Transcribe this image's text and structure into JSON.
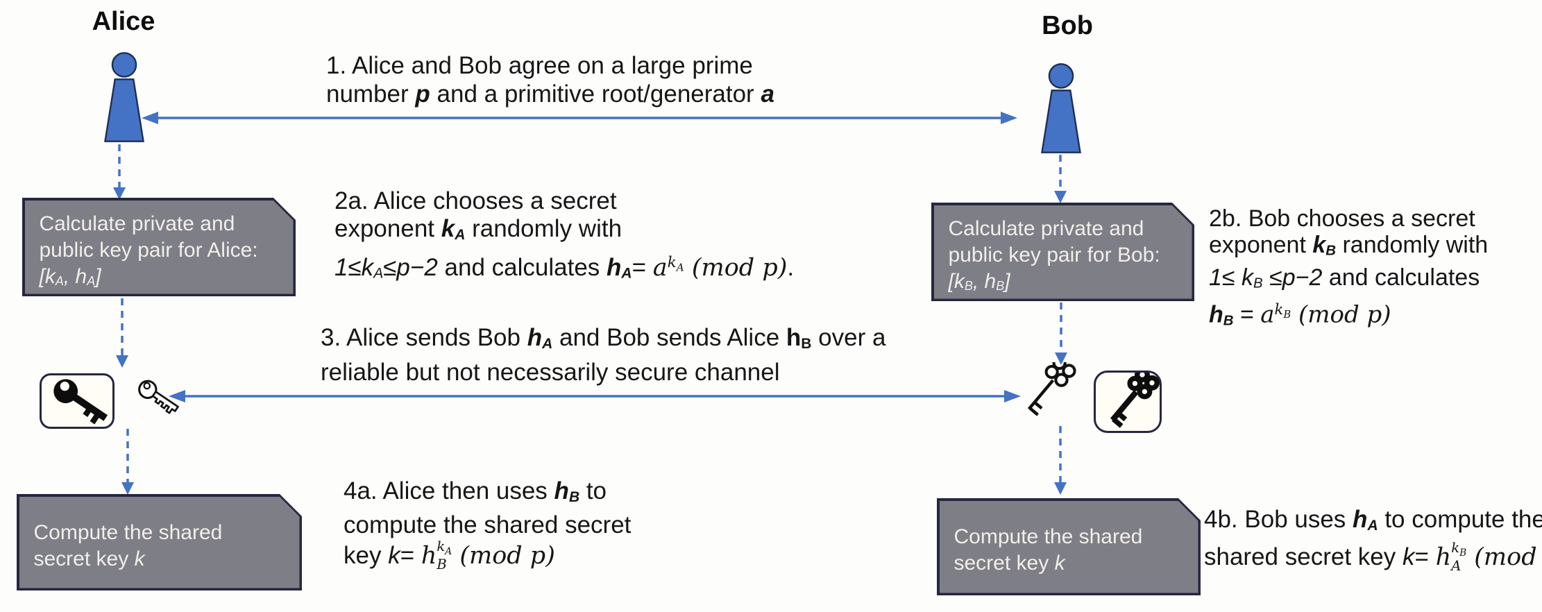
{
  "colors": {
    "accent": "#4472C4",
    "box_fill": "#7E7E87",
    "box_border": "#262640",
    "box_text": "#F2EFE9",
    "text": "#161616",
    "key_black": "#0D0D0D",
    "background": "#FDFDFC"
  },
  "actors": {
    "alice": {
      "label": "Alice"
    },
    "bob": {
      "label": "Bob"
    }
  },
  "icons": {
    "alice_person": "person-icon",
    "bob_person": "person-icon",
    "alice_private": "filled-key-icon",
    "alice_public": "outline-key-icon",
    "bob_public": "outline-ornate-key-icon",
    "bob_private": "filled-ornate-key-icon",
    "step1_arrow": "double-headed-arrow",
    "step3_arrow": "double-headed-arrow",
    "flow_arrows": "dashed-down-arrow"
  },
  "steps": {
    "step1": {
      "lines": [
        [
          {
            "t": "1. Alice and Bob agree on a large prime"
          }
        ],
        [
          {
            "t": "number "
          },
          {
            "t": "p",
            "s": "bi"
          },
          {
            "t": " and a primitive root/generator "
          },
          {
            "t": "a",
            "s": "bi"
          }
        ]
      ]
    },
    "step2a": {
      "lines": [
        [
          {
            "t": "2a. Alice chooses a secret"
          }
        ],
        [
          {
            "t": "exponent "
          },
          {
            "t": "k",
            "s": "bi"
          },
          {
            "t": "A",
            "s": "biv"
          },
          {
            "t": " randomly with"
          }
        ],
        [
          {
            "t": "1≤k",
            "s": "i"
          },
          {
            "t": "A",
            "s": "iv"
          },
          {
            "t": "≤p−2",
            "s": "i"
          },
          {
            "t": " and calculates "
          },
          {
            "t": "h",
            "s": "bi"
          },
          {
            "t": "A",
            "s": "biv"
          },
          {
            "t": "= "
          },
          {
            "t": "a",
            "s": "m"
          },
          {
            "sup": "k_A"
          },
          {
            "t": " (mod p)",
            "s": "m"
          },
          {
            "t": "."
          }
        ]
      ]
    },
    "step2b": {
      "lines": [
        [
          {
            "t": "2b. Bob chooses a secret"
          }
        ],
        [
          {
            "t": "exponent "
          },
          {
            "t": "k",
            "s": "bi"
          },
          {
            "t": "B",
            "s": "biv"
          },
          {
            "t": " randomly with"
          }
        ],
        [
          {
            "t": "1≤ k",
            "s": "i"
          },
          {
            "t": "B",
            "s": "iv"
          },
          {
            "t": " ≤p−2",
            "s": "i"
          },
          {
            "t": " and calculates"
          }
        ],
        [
          {
            "t": "h",
            "s": "bi"
          },
          {
            "t": "B",
            "s": "biv"
          },
          {
            "t": " = "
          },
          {
            "t": "a",
            "s": "m"
          },
          {
            "sup": "k_B"
          },
          {
            "t": " (mod p)",
            "s": "m"
          }
        ]
      ]
    },
    "step3": {
      "lines": [
        [
          {
            "t": "3. Alice sends Bob "
          },
          {
            "t": "h",
            "s": "bi"
          },
          {
            "t": "A",
            "s": "biv"
          },
          {
            "t": " and Bob sends Alice "
          },
          {
            "t": "h",
            "s": "b"
          },
          {
            "t": "B",
            "s": "bv"
          },
          {
            "t": " over a"
          }
        ],
        [
          {
            "t": "reliable but not necessarily secure channel"
          }
        ]
      ]
    },
    "step4a": {
      "lines": [
        [
          {
            "t": "4a. Alice then uses "
          },
          {
            "t": "h",
            "s": "bi"
          },
          {
            "t": "B",
            "s": "biv"
          },
          {
            "t": " to"
          }
        ],
        [
          {
            "t": "compute the shared secret"
          }
        ],
        [
          {
            "t": "key "
          },
          {
            "t": "k",
            "s": "i"
          },
          {
            "t": "= "
          },
          {
            "stack": {
              "base": "h",
              "sup": "k_A",
              "sub": "B"
            }
          },
          {
            "t": " (mod p)",
            "s": "m"
          }
        ]
      ]
    },
    "step4b": {
      "lines": [
        [
          {
            "t": "4b. Bob uses "
          },
          {
            "t": "h",
            "s": "bi"
          },
          {
            "t": "A",
            "s": "biv"
          },
          {
            "t": " to compute the"
          }
        ],
        [
          {
            "t": "shared secret key "
          },
          {
            "t": "k",
            "s": "i"
          },
          {
            "t": "= "
          },
          {
            "stack": {
              "base": "h",
              "sup": "k_B",
              "sub": "A"
            }
          },
          {
            "t": " (mod p)",
            "s": "m"
          }
        ]
      ]
    }
  },
  "boxes": {
    "alice_keypair": {
      "lines": [
        [
          {
            "t": "Calculate private and"
          }
        ],
        [
          {
            "t": "public key pair for Alice:"
          }
        ],
        [
          {
            "t": "[k",
            "s": "i"
          },
          {
            "t": "A",
            "s": "iv"
          },
          {
            "t": ", h",
            "s": "i"
          },
          {
            "t": "A",
            "s": "iv"
          },
          {
            "t": "]",
            "s": "i"
          }
        ]
      ]
    },
    "bob_keypair": {
      "lines": [
        [
          {
            "t": "Calculate private and"
          }
        ],
        [
          {
            "t": "public key pair for Bob:"
          }
        ],
        [
          {
            "t": "[k",
            "s": "i"
          },
          {
            "t": "B",
            "s": "iv"
          },
          {
            "t": ", h",
            "s": "i"
          },
          {
            "t": "B",
            "s": "iv"
          },
          {
            "t": "]",
            "s": "i"
          }
        ]
      ]
    },
    "alice_secret": {
      "lines": [
        [
          {
            "t": "Compute the shared"
          }
        ],
        [
          {
            "t": "secret key "
          },
          {
            "t": "k",
            "s": "i"
          }
        ]
      ]
    },
    "bob_secret": {
      "lines": [
        [
          {
            "t": "Compute the shared"
          }
        ],
        [
          {
            "t": "secret key "
          },
          {
            "t": "k",
            "s": "i"
          }
        ]
      ]
    }
  }
}
